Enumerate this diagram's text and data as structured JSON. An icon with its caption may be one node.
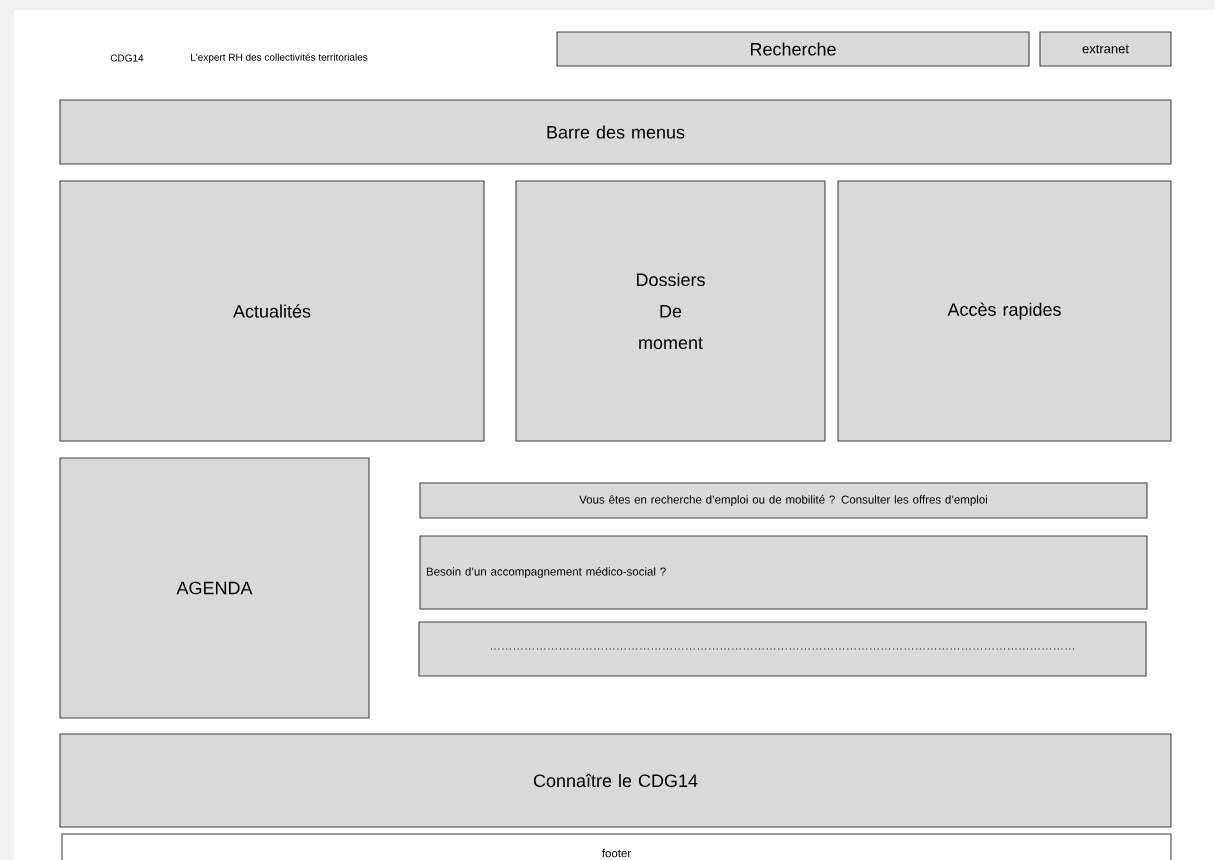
{
  "diagram": {
    "nodes": [
      {
        "text": [
          "Recherche"
        ]
      },
      {
        "text": [
          "extranet"
        ]
      },
      {
        "text": [
          "Barre des menus"
        ]
      },
      {
        "text": [
          "Actualités"
        ]
      },
      {
        "text": [
          "Dossiers De moment"
        ]
      },
      {
        "text": [
          "Accès rapides"
        ]
      },
      {
        "text": [
          "AGENDA"
        ]
      },
      {
        "text": [
          "Vous êtes en recherche d’emploi ou de mobilité ? Consulter les offres d’emploi"
        ]
      },
      {
        "text": [
          "Besoin d’un accompagnement médico-social ?"
        ]
      },
      {
        "text": [
          "………………………………………………………………………………………………………………………………………"
        ]
      },
      {
        "text": [
          "Connaître le CDG14"
        ]
      },
      {
        "text": [
          "footer"
        ]
      }
    ],
    "labels": [
      "CDG14",
      "L'expert RH des collectivités territoriales"
    ]
  }
}
